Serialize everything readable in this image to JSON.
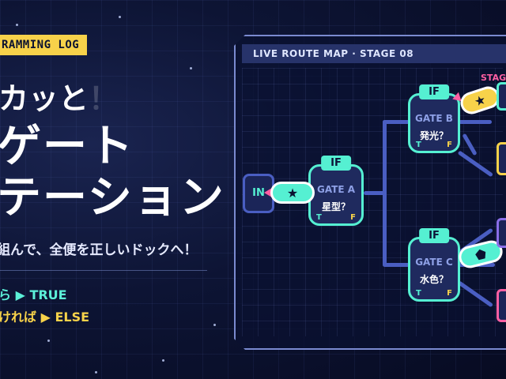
{
  "hero": {
    "tag": "RAMMING LOG",
    "sub": "カッと",
    "sub_ghost": "！",
    "title_line1": "ゲート",
    "title_line2": "テーション",
    "desc": "組んで、全便を正しいドックへ！",
    "rule_true": "ら ▶ TRUE",
    "rule_else": "ければ ▶ ELSE"
  },
  "panel": {
    "header": "LIVE ROUTE MAP · STAGE 08",
    "stage_tag": "STAG",
    "in_label": "IN",
    "nodes": [
      {
        "label": "IF",
        "name": "GATE A",
        "question": "星型？",
        "t": "T",
        "f": "F"
      },
      {
        "label": "IF",
        "name": "GATE B",
        "question": "発光？",
        "t": "T",
        "f": "F"
      },
      {
        "label": "IF",
        "name": "GATE C",
        "question": "水色？",
        "t": "T",
        "f": "F"
      }
    ],
    "tokens": [
      {
        "symbol": "★",
        "color": "#55f0d2"
      },
      {
        "symbol": "★",
        "color": "#f7d24a"
      },
      {
        "symbol": "⬟",
        "color": "#55f0d2"
      }
    ]
  },
  "colors": {
    "teal": "#55f0d2",
    "yellow": "#f7d24a",
    "pink": "#ff5fa3",
    "purple": "#8a6ee8",
    "wire": "#4a5ec2"
  }
}
